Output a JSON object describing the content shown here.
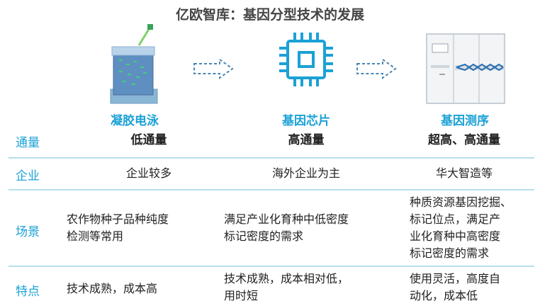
{
  "title": "亿欧智库：基因分型技术的发展",
  "stages": [
    {
      "label": "凝胶电泳",
      "icon": "gel-electrophoresis-icon"
    },
    {
      "label": "基因芯片",
      "icon": "gene-chip-icon"
    },
    {
      "label": "基因测序",
      "icon": "gene-sequencer-icon"
    }
  ],
  "rows": {
    "throughput": {
      "label": "通量",
      "cells": [
        "低通量",
        "高通量",
        "超高、高通量"
      ]
    },
    "enterprise": {
      "label": "企业",
      "cells": [
        "企业较多",
        "海外企业为主",
        "华大智造等"
      ]
    },
    "scenario": {
      "label": "场景",
      "cells": [
        [
          "农作物种子品种纯度",
          "检测等常用"
        ],
        [
          "满足产业化育种中低密度",
          "标记密度的需求"
        ],
        [
          "种质资源基因挖掘、",
          "标记位点，满足产",
          "业化育种中高密度",
          "标记密度的需求"
        ]
      ]
    },
    "feature": {
      "label": "特点",
      "cells": [
        [
          "技术成熟，成本高"
        ],
        [
          "技术成熟，成本相对低，",
          "用时短"
        ],
        [
          "使用灵活，高度自",
          "动化，成本低"
        ]
      ]
    }
  },
  "colors": {
    "accent": "#1ba1d6",
    "separator": "#b6dff0"
  }
}
